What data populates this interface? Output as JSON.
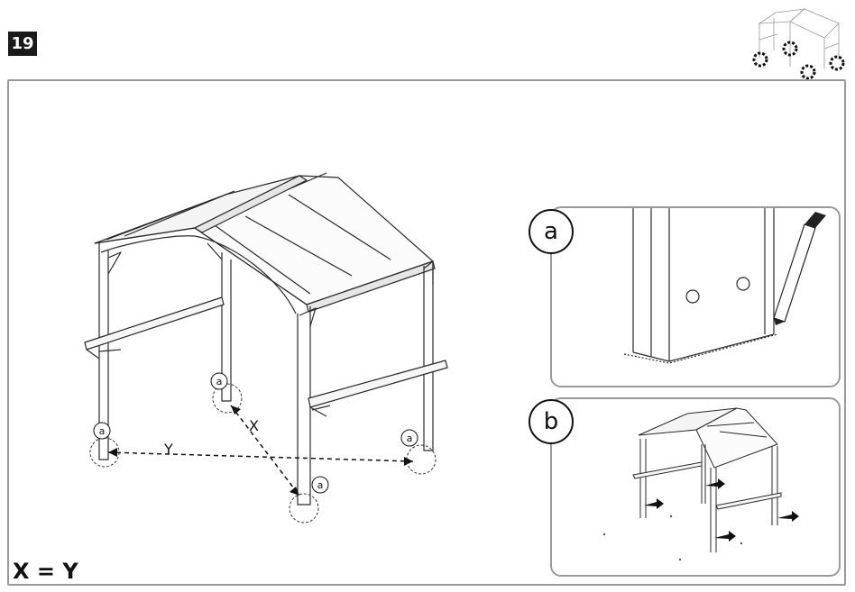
{
  "step": {
    "number": "19"
  },
  "callout_label": "a",
  "measure": {
    "x_label": "X",
    "y_label": "Y",
    "formula": "X = Y"
  },
  "panels": [
    {
      "label": "a"
    },
    {
      "label": "b"
    }
  ],
  "icons": {
    "thumbnail": "gazebo-overview-icon",
    "marker": "marker-pen-icon",
    "arrow": "push-arrow-icon"
  },
  "colors": {
    "line": "#2a2a2a",
    "frame": "#9a9a9a",
    "badge": "#1a1a1a"
  }
}
